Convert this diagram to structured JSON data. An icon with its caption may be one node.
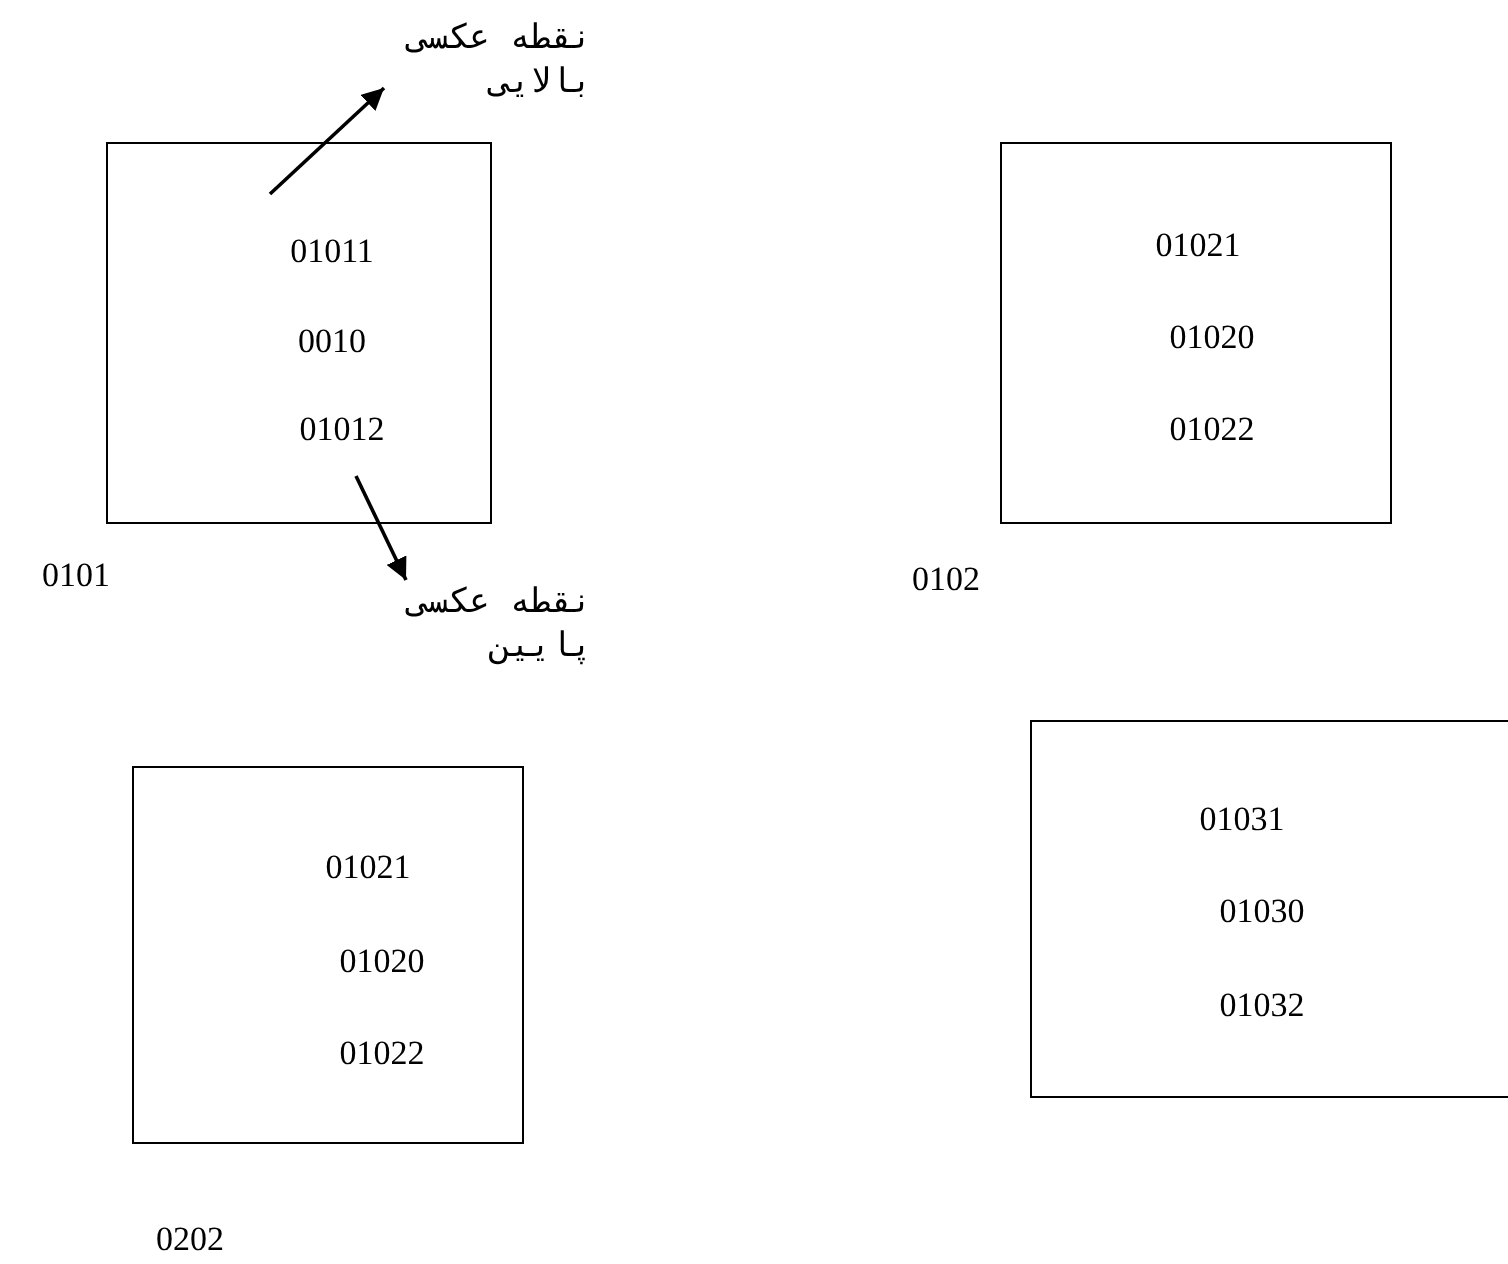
{
  "diagram": {
    "nodes": [
      {
        "text": [
          "نقطه عکسی بالایی"
        ]
      },
      {
        "text": [
          "01011",
          "0010",
          "01012"
        ],
        "beside": [
          "0101"
        ]
      },
      {
        "text": [
          "01021",
          "01020",
          "01022"
        ],
        "beside": [
          "0102"
        ]
      },
      {
        "text": [
          "نقطه عکسی پایین"
        ]
      },
      {
        "text": [
          "01021",
          "01020",
          "01022"
        ],
        "beside": [
          "0202"
        ]
      },
      {
        "text": [
          "01031",
          "01030",
          "01032"
        ]
      }
    ],
    "edges": [
      {
        "from": 1,
        "to": 0,
        "arrow": "to"
      },
      {
        "from": 1,
        "to": 3,
        "arrow": "to"
      }
    ]
  }
}
